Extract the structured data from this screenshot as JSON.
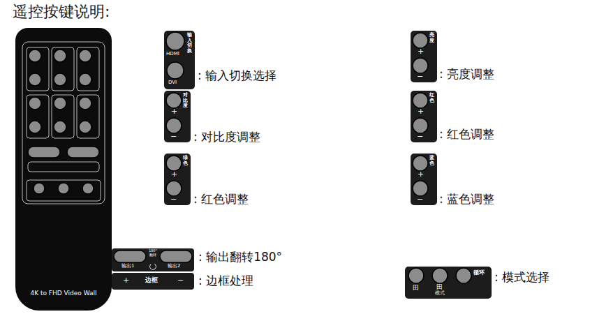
{
  "diagram": {
    "title": "遥控按键说明:",
    "nodes": [
      {
        "text": [
          "4K to FHD Video Wall"
        ]
      },
      {
        "text": [
          "输入切换",
          "HDMI",
          "DVI"
        ]
      },
      {
        "text": [
          "亮度",
          "+",
          "−"
        ]
      },
      {
        "text": [
          "对比度",
          "+",
          "−"
        ]
      },
      {
        "text": [
          "红色",
          "+",
          "−"
        ]
      },
      {
        "text": [
          "绿色",
          "+",
          "−"
        ]
      },
      {
        "text": [
          "蓝色",
          "+",
          "−"
        ]
      },
      {
        "text": [
          "180° 翻转",
          "输出1",
          "输出2"
        ]
      },
      {
        "text": [
          "+",
          "边框",
          "−"
        ]
      },
      {
        "text": [
          "田",
          "田",
          "模式",
          "循环"
        ]
      }
    ],
    "labels": [
      ": 输入切换选择",
      ": 亮度调整",
      ": 对比度调整",
      ": 红色调整",
      ": 红色调整",
      ": 蓝色调整",
      ": 输出翻转180°",
      ": 边框处理",
      ": 模式选择"
    ]
  }
}
